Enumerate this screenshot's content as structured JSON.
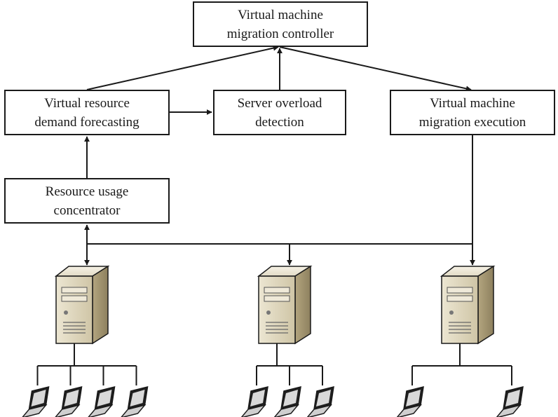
{
  "nodes": {
    "controller": {
      "line1": "Virtual machine",
      "line2": "migration controller"
    },
    "forecast": {
      "line1": "Virtual resource",
      "line2": "demand forecasting"
    },
    "overload": {
      "line1": "Server overload",
      "line2": "detection"
    },
    "migexec": {
      "line1": "Virtual machine",
      "line2": "migration execution"
    },
    "concentr": {
      "line1": "Resource usage",
      "line2": "concentrator"
    }
  },
  "servers": [
    {
      "icon": "server-tower-icon",
      "laptops": 4
    },
    {
      "icon": "server-tower-icon",
      "laptops": 3
    },
    {
      "icon": "server-tower-icon",
      "laptops": 2
    }
  ],
  "colors": {
    "line": "#1a1a1a",
    "server_body": "#d8cfb6",
    "server_side": "#a89a76"
  }
}
